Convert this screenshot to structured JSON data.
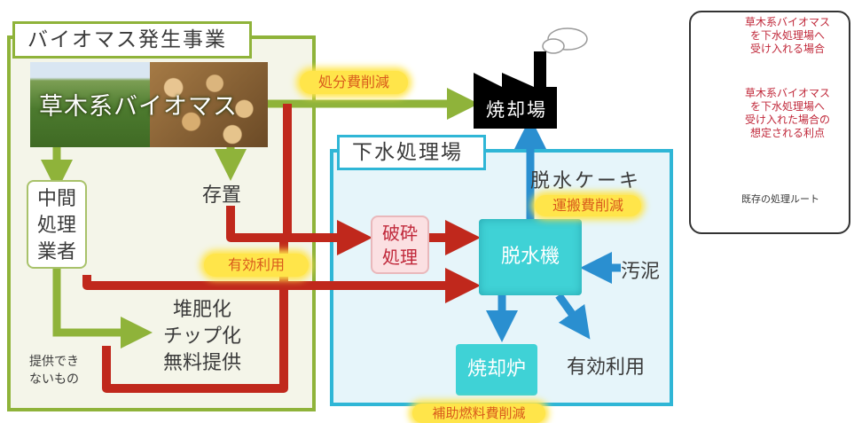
{
  "biomass_region": {
    "title": "バイオマス発生事業",
    "photo_label": "草木系バイオマス"
  },
  "sewage_region": {
    "title": "下水処理場"
  },
  "nodes": {
    "intermediary": "中間\n処理\n業者",
    "storage": "存置",
    "compost": "堆肥化\nチップ化\n無料提供",
    "cannot_provide": "提供でき\nないもの",
    "crushing": "破砕\n処理",
    "dehydrator": "脱水機",
    "incinerator": "焼却炉",
    "incineration_plant": "焼却場",
    "dehydrated_cake": "脱水ケーキ",
    "sludge": "汚泥",
    "effective_use": "有効利用"
  },
  "benefits": {
    "disposal_cost": "処分費削減",
    "effective_use": "有効利用",
    "transport_cost": "運搬費削減",
    "fuel_cost": "補助燃料費削減"
  },
  "legend": {
    "red_arrow": "草木系バイオマス\nを下水処理場へ\n受け入れる場合",
    "yellow_blob": "草木系バイオマス\nを下水処理場へ\n受け入れた場合の\n想定される利点",
    "existing_route": "既存の処理ルート"
  },
  "colors": {
    "green_flow": "#8fb33a",
    "red_flow": "#c0281c",
    "blue_flow": "#2a8fd0",
    "highlight": "#ffe54a"
  }
}
